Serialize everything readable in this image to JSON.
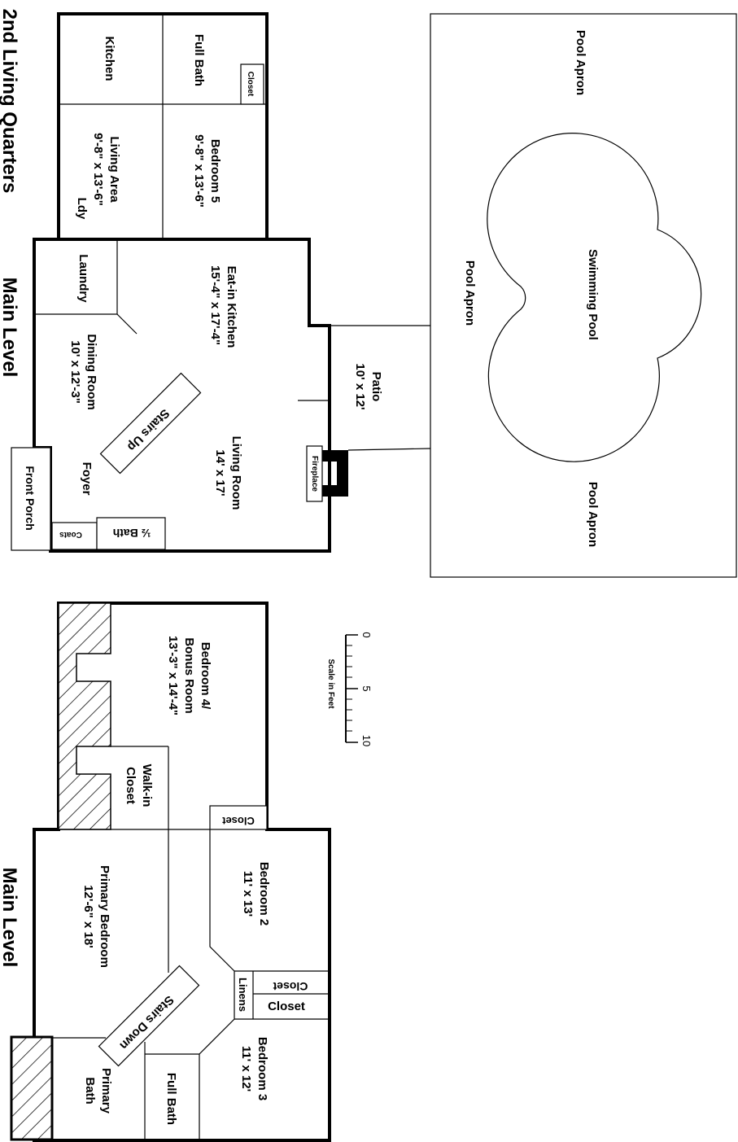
{
  "titles": {
    "second_living": "2nd Living Quarters",
    "main_level_top": "Main Level",
    "main_level_bottom": "Main Level"
  },
  "rooms": {
    "full_bath_top": "Full Bath",
    "closet_top": "Closet",
    "kitchen_2nd": "Kitchen",
    "bedroom5": "Bedroom 5",
    "bedroom5_dim": "9'-8\" x 13'-6\"",
    "living_area": "Living Area",
    "living_area_dim": "9'-8\" x 13'-6\"",
    "ldy": "Ldy",
    "laundry": "Laundry",
    "eatin_kitchen": "Eat-in Kitchen",
    "eatin_kitchen_dim": "15'-4\" x 17'-4\"",
    "dining_room": "Dining Room",
    "dining_room_dim": "10' x 12'-3\"",
    "stairs_up": "Stairs Up",
    "living_room": "Living Room",
    "living_room_dim": "14' x 17'",
    "foyer": "Foyer",
    "front_porch": "Front Porch",
    "coats": "Coats",
    "half_bath": "½ Bath",
    "fireplace": "Fireplace",
    "patio": "Patio",
    "patio_dim": "10' x 12'",
    "pool_apron_1": "Pool Apron",
    "pool_apron_2": "Pool Apron",
    "pool_apron_3": "Pool Apron",
    "swimming_pool": "Swimming Pool",
    "bedroom4": "Bedroom 4/",
    "bonus_room": "Bonus Room",
    "bedroom4_dim": "13'-3\" x 14'-4\"",
    "walkin": "Walk-in",
    "walkin_closet": "Closet",
    "closet_b4": "Closet",
    "primary_bedroom": "Primary Bedroom",
    "primary_bedroom_dim": "12'-6\" x 18'",
    "bedroom2": "Bedroom 2",
    "bedroom2_dim": "11' x 13'",
    "closet_b2": "Closet",
    "closet_b3": "Closet",
    "linens": "Linens",
    "stairs_down": "Stairs Down",
    "bedroom3": "Bedroom 3",
    "bedroom3_dim": "11' x 12'",
    "full_bath_bottom": "Full Bath",
    "primary_bath": "Primary",
    "primary_bath_2": "Bath"
  },
  "scale": {
    "label": "Scale in Feet",
    "ticks": [
      "0",
      "5",
      "10"
    ]
  }
}
